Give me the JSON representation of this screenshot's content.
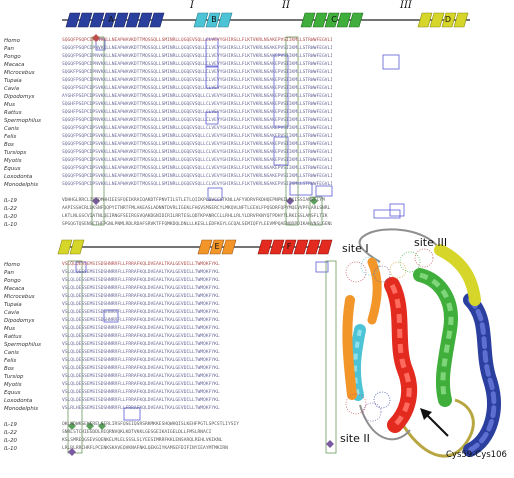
{
  "top_block": {
    "species": [
      "Homo",
      "Pan",
      "Pongo",
      "Macaca",
      "Microcebus",
      "Tupaia",
      "Cavia",
      "Dipodomys",
      "Mus",
      "Rattus",
      "Spermophilus",
      "Canis",
      "Felis",
      "Bos",
      "Tursiops",
      "Myotis",
      "Equus",
      "Loxodonta",
      "Monodelphis",
      "IL-19",
      "IL-22",
      "IL-20",
      "IL-10"
    ],
    "sequences": [
      "SQGQFPSQPCDPNVKKLLNEAPWAVKDTTMQSSQLLSMINRLLQGQEVSQLLCLVEVYGHIRSLLFLKTVKRLNSAKEPVSIIKMLLSTRWWFEGVLI",
      "SQGQFPSQPCDPNVKKLLNEAPWAVKDTTMQSSQLLSMINRLLQGQEVSQLLCLVEVYGHIRSLLFLKTVKRLNSAKEPVSIIKMLLSTRWWFEGVLI",
      "SQGQFPSQPCDPNVKKLLNEAPWAVKDTTMQSSQLLSMINRLLQGQEVSQLLCLVEVYGHIRSLLFLKTVKRLNSAKEPVSIIKMLLSTRWWFEGVLI",
      "SQGQFPSQPCDPNVKKLLNEAPWAVKDTTMQSSQLLSMINRLLQGQEVSQLLCLVEVYGHIRSLLFLKTVKRLNSAKEPVSIIKMLLSTRWWFEGVLI",
      "SQGKFPSQPCDPNVKKLLNEAPWAVKDTTMQSSQLLSMINRLLQGQEVSQLLCLVEVYGHIRSLLFLKTVKRLNSAKEPVSIIKMLLSTRWWFEGVLI",
      "SQGQFPSQPCDPNVKKLLNEAPWAVKDTTMQSSQLLSMINRLLQGQEVSQLLCLVEVYGHIRSLLFLKTVKRLNSAKEPVSIIKMLLSTRWWFEGVLI",
      "SQGQFPSEPCDPSVKKLLNEAPWAVKDTTMQSSQLLSMINRLLQGQEVSQLLCLVEVYGHIRSLLFLKTVKRLNSAKEPVSIIKMLLSTRWWFEGVLI",
      "AYGHFPSEPCDPSVKKLLNEAPWAVKDTTMQSSQLLSMINRLLQGQEVSQLLCLVEVYGHIRSLLFLKTVKRLNSAKEPVSIIKMLLSTRWWFEGVLI",
      "SQGHFPSEPCDPSVKKLLNEAPWAVKDTTMQSSQLLSMINRLLQGQEVSQLLCLVEVYGHIRSLLFLKTVKRLNSAKEPVSIIKMLLSTRWWFEGVLI",
      "SQGHFPSEPCDPSVKKLLNEAPWAVKDTTMQSSQLLSMINRLLQGQEVSQLLCLVEVYGHIRSLLFLKTVKRLNSAKEPVSIIKMLLSTRWWFEGVLI",
      "SQGQFPSQPCDPNVKKLLNEAPWAVKDTTMQSSQLLSMINRLLQGQEVSQLLCLVEVYGHIRSLLFLKTVKRLNSAKEPVSIIKMLLSTRWWFEGVLI",
      "SQGQFPSQPCDPSVKKLLNEAPWAVKDTTMQSSQLLSMINRLLQGQEVSQLLCLVEVYGHIRSLLFLKTVKRLNSAKEPVSIIKMLLSTRWWFEGVLI",
      "SQGQFPSQPCDPSVKKLLNEAPWAVKDTTMQSSQLLSMINRLLQGQEVSQLLCLVEVYGHIRSLLFLKTVKRLNSAKEPVSIIKMLLSTRWWFEGVLI",
      "SQGQFPSQPCDPSVKKLLNEAPWAVKDTTMQSSQLLSMINRLLQGQEVSQLLCLVEVYGHIRSLLFLKTVKRLNSAKEPVSIIKMLLSTRWWFEGVLI",
      "SQGQFPSQPCDPSVKKLLNEAPWAVKDTTMQSSQLLSMINRLLQGQEVSQLLCLVEVYGHIRSLLFLKTVKRLNSAKEPVSIIKMLLSTRWWFEGVLI",
      "SQGQFPSQPCDPSVKKLLNEAPWAVKDTTMQSSQLLSMINRLLQGQEVSQLLCLVEVYGHIRSLLFLKTVKRLNSAKEPVSIIKMLLSTRWWFEGVLI",
      "SQGQFPSQPCDPSVKKLLNEAPWAVKDTTMQSSQLLSMINRLLQGQEVSQLLCLVEVYGHIRSLLFLKTVKRLNSAKEPVSIIKMLLSTRWWFEGVLI",
      "SQGQFPSQPCDPSVKKLLNEAPWAVKDTTMQSSQLLSMINRLLQGQEVSQLLCLVEVYGHIRSLLFLKTVKRLNSAKEPVSIIKMLLSTRWWFEGVLI",
      "SQGQFPSQPCDPSVKKLLNEAPWAVKDTTMQSSQLLSMINRLLQGQEVSQLLCLVEVYGHIRSLLFLKTVKRLNSAKEPVSIIKMLLSTRWWFEGVLI",
      "VDHHGLRRCLISTDMHHIEESFQEIKRAIQAKDTFPNVTILSTLETLQIIKPLDVCCVTKNLLAFYVDRVFKDHQEPNPKILRKISSIANSFLYM",
      "AAPISSHCRLDKSNFQQPYITNRTFMLAKEASLADNNTDVRLIGEKLFHGVSMSERCYLMKQVLNFTLEEVLFPQSDRFQPYMQEVVPFLARLSNRL",
      "LKTLNLGSCVIATNLQEIRNGFSEIRGSVQAKDGNIDIRILRRTESLQDTKPANRCCLLRHLLRLYLDRVFKNYQTPDHYTLRKISSLANSFLTIK",
      "SPGQGTQSENSCTHFPGNLPNMLRDLRDAFSRVKTFFQMKDQLDNLLLKESLLEDFKGYLGCQALSEMIQFYLEEVMPQAENQDPDIKAHVNSLGENLKTL"
    ]
  },
  "bottom_block": {
    "species": [
      "Homo",
      "Pan",
      "Pongo",
      "Macaca",
      "Microcebus",
      "Tupaia",
      "Cavia",
      "Dipodomys",
      "Mus",
      "Rattus",
      "Spermophilus",
      "Canis",
      "Felis",
      "Bos",
      "Tursiop",
      "Myotis",
      "Equus",
      "Loxodonta",
      "Monodelphis",
      "IL-19",
      "IL-22",
      "IL-20",
      "IL-10"
    ],
    "sequences": [
      "VSLQLQESSEMSISDSHNRRFLLFRRAFKQLDVEAALTKALGEVDILLTWMQKFYKL",
      "VSLQLQESSEMSISDSHNRRFLLFRRAFKQLDVEAALTKALGEVDILLTWMQKFYKL",
      "VSLQLQESSEMSISDSHNRRFLLFRRAFKQLDVEAALTKALGEVDILLTWMQKFYKL",
      "VSLQLQESSEMSISDSHNRRFLLFRRAFKQLDVEAALTKALGEVDILLTWMQKFYKL",
      "VSLQLQESSEMSISDSHNRRFLLFRRAFKQLDVEAALTKALGEVDILLTWMQKFYKL",
      "VSLQLQESSEMSISDSHNRRFLLFRRAFKQLDVEAALTKALGEVDILLTWMQKFYKL",
      "VSLQLQESSEMSISDSHNRRFLLFRRAFKQLDVEAALTKALGEVDILLTWMQKFYKL",
      "VSLQLQESSEMSISDSHNRRFLLFRRAFKQLDVEAALTKALGEVDILLTWMQKFYKL",
      "VSLQLQESSEMSISDSHNRRFLLFRRAFKQLDVEAALTKALGEVDILLTWMQKFYKL",
      "VSLQLQESSEMSISDSHNRRFLLFRRAFKQLDVEAALTKALGEVDILLTWMQKFYKL",
      "VSLQLQESSEMSISDSHNRRFLLFRRAFKQLDVEAALTKALGEVDILLTWMQKFYKL",
      "VSLQLQESSEMSISDSHNRRFLLFRRAFKQLDVEAALTKALGEVDILLTWMQKFYKL",
      "VSLQLQESSEMSISDSHNRRFLLFRRAFKQLDVEAALTKALGEVDILLTWMQKFYKL",
      "VSLQLQESSEMSISDSHNRRFLLFRRAFKQLDVEAALTKALGEVDILLTWMQKFYKL",
      "VSLQLQESSEMSISDSHNRRFLLFRRAFKQLDVEAALTKALGEVDILLTWMQKFYKL",
      "VSLQLQESSEMSISDSHNRRFLLFRRAFKQLDVEAALTKALGEVDILLTWMQKFYKL",
      "VSLQLQESSEMSISDSHNRRFLLFRRAFKQLDVEAALTKALGEVDILLTWMQKFYKL",
      "VSLQLQESSEMSISDSHNRRFLLFRRAFKQLDVEAALTKALGEVDILLTWMQKFYKL",
      "VSLRLHESSEMSISDSHNRRFLLFRRAFKQLDVEAALTKALGEVDILLTWMQKFYKL",
      "QKLNDWKSEKERELSERLIRSFQSEIQSRSRKMKKESHQWHQISLKEHFPGTLSPCSTLIYSIY",
      "SNRLSTCHIEGDDLHIQRNVQKLKDTVKKLGESGEIKAIGELDLLFMSLRNACI",
      "KSLSMREQGSEVSQENKELMLELSSSLSLYEESIMRRFKKLENSARQLREHLVKIKNL",
      "LRLRLRRCHRFLPCENKSKAVEQVKNAFNKLQEKGIYKAMSEFDIFINYIEAYMTMKIRN"
    ]
  },
  "helix_labels": [
    "A",
    "B",
    "C",
    "D",
    "E",
    "F"
  ],
  "site_numerals": [
    "I",
    "II",
    "III"
  ],
  "structure_labels": {
    "site1": "site I",
    "site2": "site II",
    "site3": "site III",
    "disulfide": "Cys59-Cys106"
  },
  "colors": {
    "helix_A": "#2b3f9e",
    "helix_B": "#4dc3d6",
    "helix_C": "#3fae3a",
    "helix_D": "#d6d62a",
    "helix_E": "#f2962a",
    "helix_F": "#e32a1f",
    "site_box": "#5b5bd6",
    "column_box": "#6b9a5b",
    "marker": "#7a5aa0",
    "ribbon_loop": "#8f8f8f"
  }
}
